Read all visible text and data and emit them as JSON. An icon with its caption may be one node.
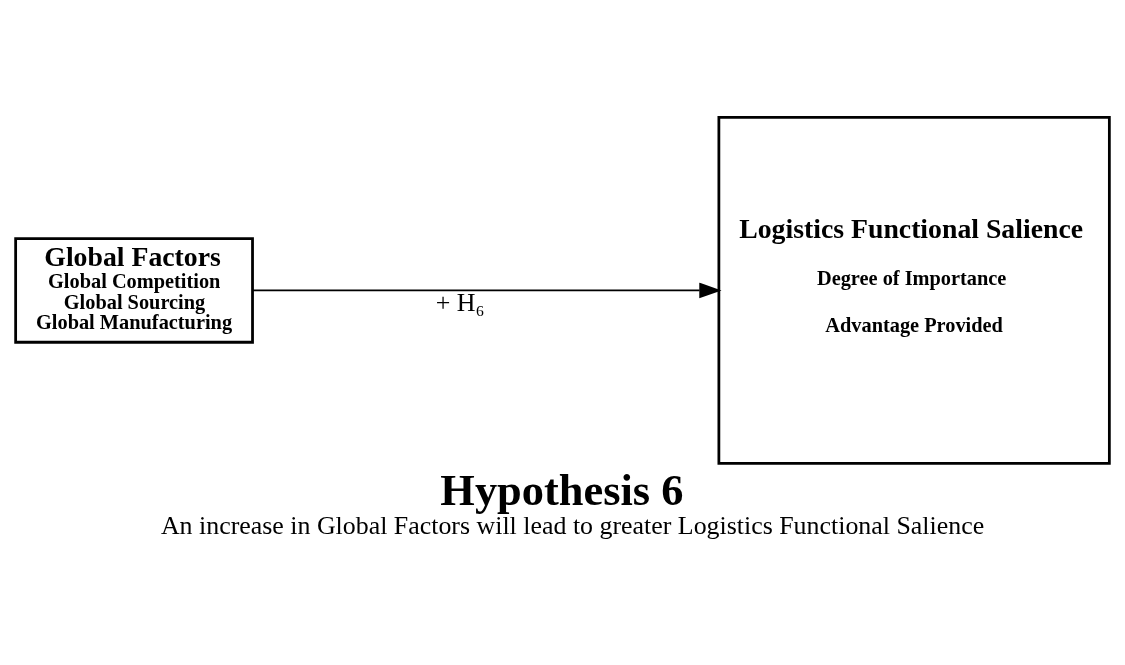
{
  "diagram": {
    "title": "Hypothesis 6",
    "caption": "An increase in Global Factors will lead to greater Logistics Functional Salience",
    "nodes": [
      {
        "text": [
          "Global Factors",
          "Global Competition",
          "Global Sourcing",
          "Global Manufacturing"
        ]
      },
      {
        "text": [
          "Logistics Functional Salience",
          "Degree of Importance",
          "Advantage Provided"
        ]
      }
    ],
    "edges": [
      {
        "from": 0,
        "to": 1,
        "arrow": "to",
        "label": "+ H₆"
      }
    ]
  }
}
